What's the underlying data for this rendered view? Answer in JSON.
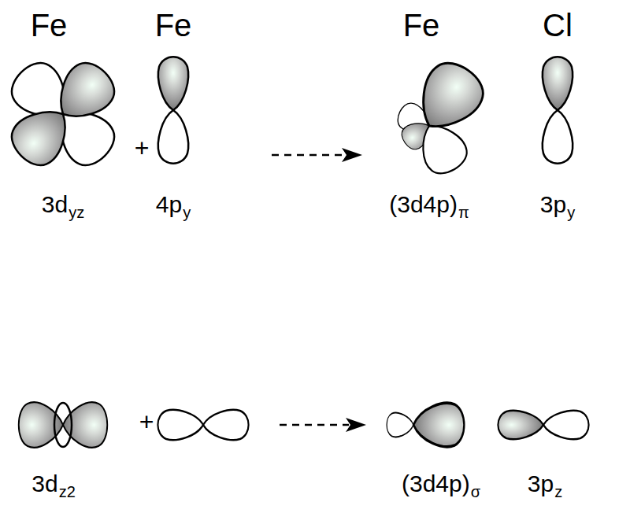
{
  "diagram": {
    "labels": [
      "Fe",
      "Fe",
      "Fe",
      "Cl",
      "3d",
      "yz",
      "+",
      "4p",
      "y",
      "(3d4p)",
      "π",
      "3p",
      "y",
      "3d",
      "z2",
      "+",
      "(3d4p)",
      "σ",
      "3p",
      "z"
    ]
  }
}
